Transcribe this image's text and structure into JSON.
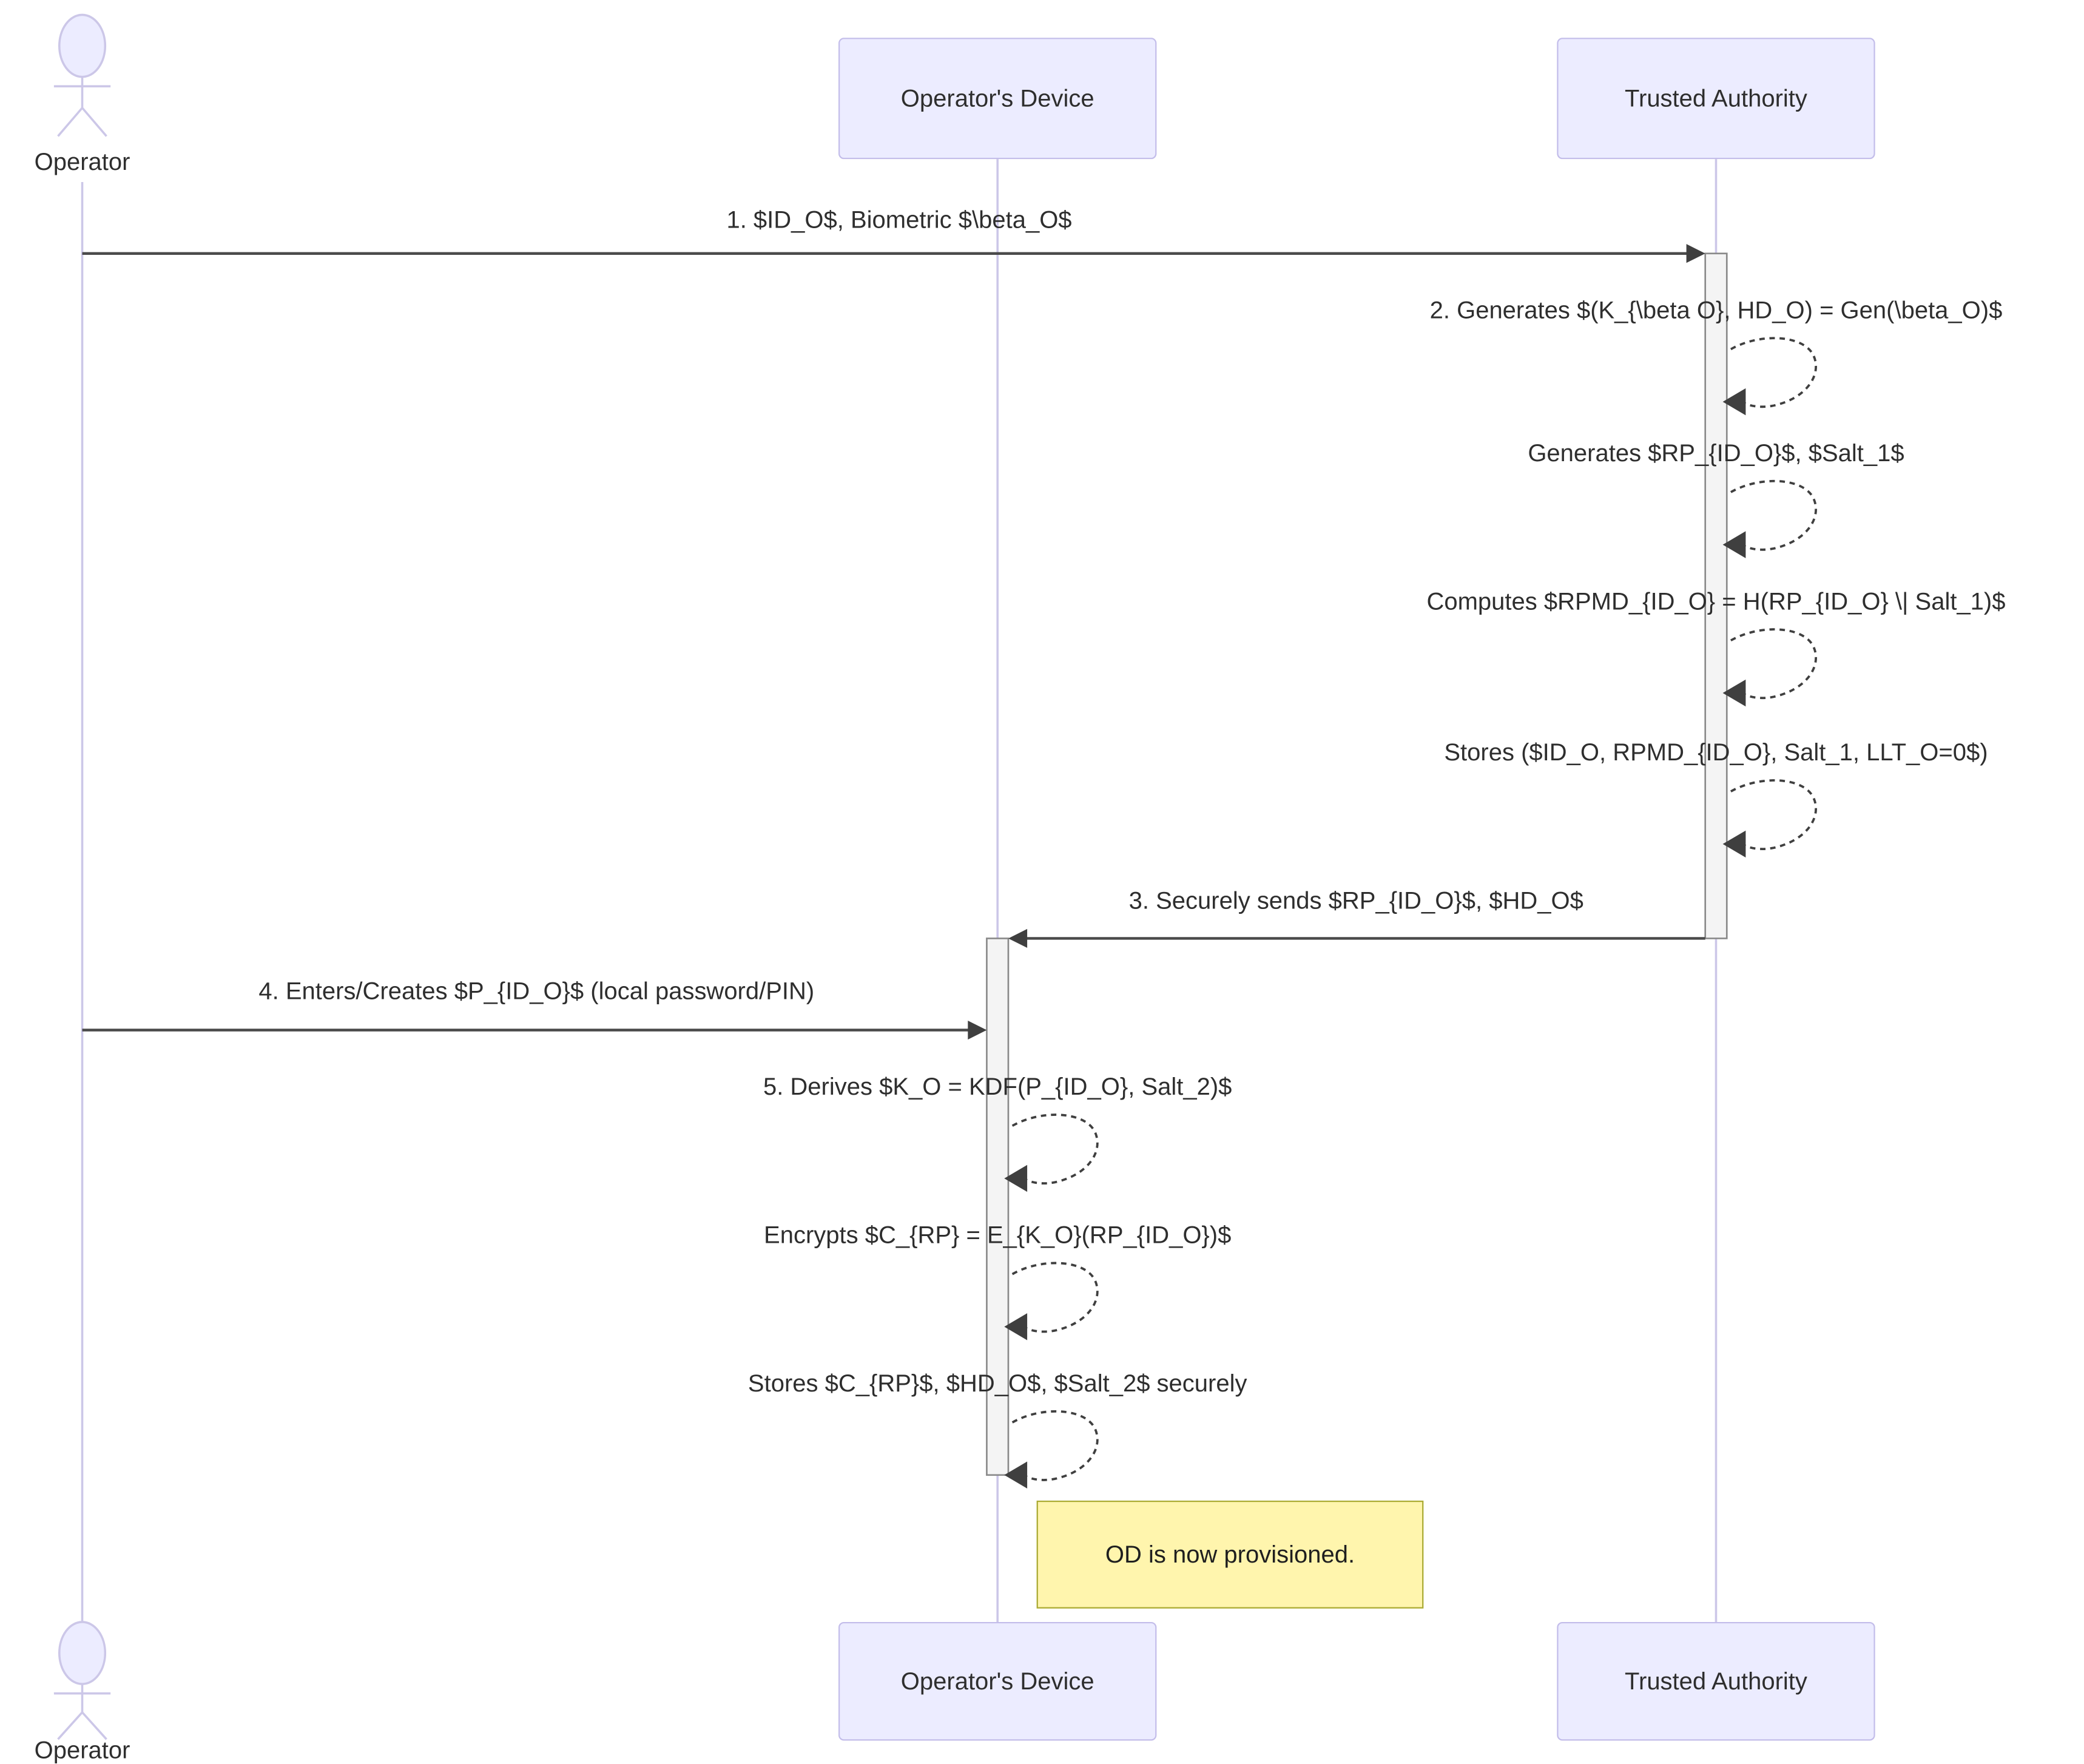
{
  "diagram_type": "sequence",
  "participants": [
    {
      "label": "Operator",
      "kind": "actor"
    },
    {
      "label": "Operator's Device",
      "kind": "participant"
    },
    {
      "label": "Trusted Authority",
      "kind": "participant"
    }
  ],
  "messages": [
    {
      "text": "1. $ID_O$, Biometric $\\beta_O$",
      "from": "Operator",
      "to": "Trusted Authority",
      "kind": "solid-arrow"
    },
    {
      "text": "2. Generates $(K_{\\beta O}, HD_O) = Gen(\\beta_O)$",
      "from": "Trusted Authority",
      "to": "Trusted Authority",
      "kind": "self-dashed"
    },
    {
      "text": "Generates $RP_{ID_O}$, $Salt_1$",
      "from": "Trusted Authority",
      "to": "Trusted Authority",
      "kind": "self-dashed"
    },
    {
      "text": "Computes $RPMD_{ID_O} = H(RP_{ID_O} \\| Salt_1)$",
      "from": "Trusted Authority",
      "to": "Trusted Authority",
      "kind": "self-dashed"
    },
    {
      "text": "Stores ($ID_O, RPMD_{ID_O}, Salt_1, LLT_O=0$)",
      "from": "Trusted Authority",
      "to": "Trusted Authority",
      "kind": "self-dashed"
    },
    {
      "text": "3. Securely sends $RP_{ID_O}$, $HD_O$",
      "from": "Trusted Authority",
      "to": "Operator's Device",
      "kind": "solid-arrow"
    },
    {
      "text": "4. Enters/Creates $P_{ID_O}$ (local password/PIN)",
      "from": "Operator",
      "to": "Operator's Device",
      "kind": "solid-arrow"
    },
    {
      "text": "5. Derives $K_O = KDF(P_{ID_O}, Salt_2)$",
      "from": "Operator's Device",
      "to": "Operator's Device",
      "kind": "self-dashed"
    },
    {
      "text": "Encrypts $C_{RP} = E_{K_O}(RP_{ID_O})$",
      "from": "Operator's Device",
      "to": "Operator's Device",
      "kind": "self-dashed"
    },
    {
      "text": "Stores $C_{RP}$, $HD_O$, $Salt_2$ securely",
      "from": "Operator's Device",
      "to": "Operator's Device",
      "kind": "self-dashed"
    }
  ],
  "note": {
    "text": "OD is now provisioned.",
    "position": "right of Operator's Device"
  },
  "colors": {
    "actor_fill": "#ECECFF",
    "actor_border": "#c3bdea",
    "lifeline": "#ccc7e8",
    "message_line": "#4a4a4a",
    "activation_fill": "#f4f4f4",
    "activation_border": "#8a8a8a",
    "note_fill": "#fff5ad",
    "note_border": "#aaaa33",
    "text": "#2e2e2e"
  }
}
